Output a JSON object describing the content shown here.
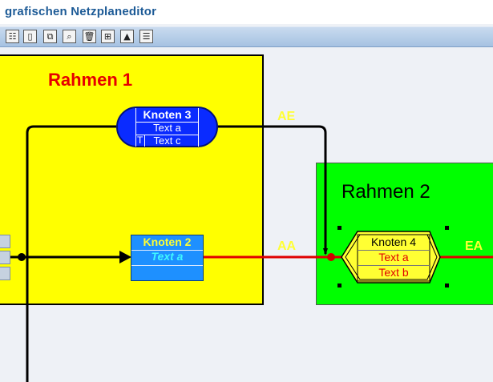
{
  "window": {
    "title": "grafischen Netzplaneditor"
  },
  "toolbar": {
    "buttons": [
      {
        "name": "list",
        "glyph": "☷"
      },
      {
        "name": "new-document",
        "glyph": "▯"
      },
      {
        "name": "copy",
        "glyph": "⧉"
      },
      {
        "name": "find",
        "glyph": "⌕"
      },
      {
        "name": "delete",
        "glyph": "🗑"
      },
      {
        "name": "hierarchy",
        "glyph": "⊞"
      },
      {
        "name": "picture",
        "glyph": "▲"
      },
      {
        "name": "properties",
        "glyph": "☰"
      }
    ]
  },
  "network": {
    "frames": {
      "rahmen1": {
        "label": "Rahmen 1",
        "fill": "#ffff00",
        "label_color": "#e60000"
      },
      "rahmen2": {
        "label": "Rahmen 2",
        "fill": "#00ff00",
        "label_color": "#000000"
      }
    },
    "nodes": {
      "knoten3": {
        "title": "Knoten 3",
        "row1": "Text a",
        "row2": "Text c",
        "row2_prefix": "T",
        "fill": "#0a2bff"
      },
      "knoten2": {
        "title": "Knoten 2",
        "row1": "Text a",
        "fill": "#1e90ff"
      },
      "knoten4": {
        "title": "Knoten 4",
        "row1": "Text a",
        "row2": "Text b",
        "fill": "#ffff33"
      }
    },
    "edge_labels": {
      "ae": "AE",
      "aa": "AA",
      "ea": "EA"
    },
    "colors": {
      "edge_black": "#000000",
      "edge_red": "#e00000",
      "edge_label": "#ffff33"
    }
  }
}
